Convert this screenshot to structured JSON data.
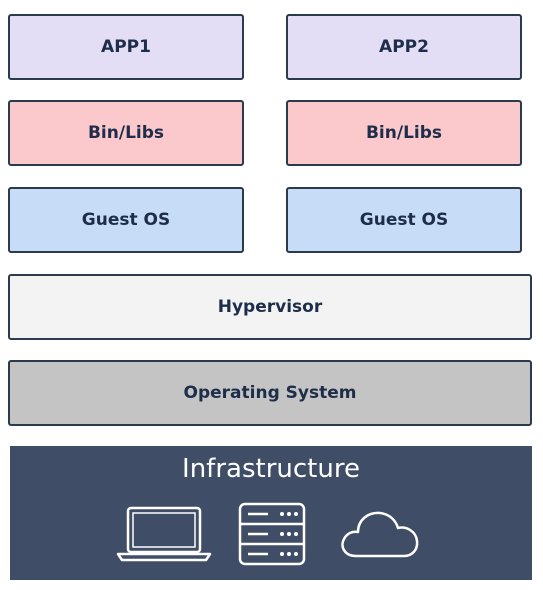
{
  "columns": [
    {
      "app": "APP1",
      "libs": "Bin/Libs",
      "guest_os": "Guest OS"
    },
    {
      "app": "APP2",
      "libs": "Bin/Libs",
      "guest_os": "Guest OS"
    }
  ],
  "hypervisor": "Hypervisor",
  "operating_system": "Operating System",
  "infrastructure": {
    "title": "Infrastructure",
    "icons": [
      "laptop-icon",
      "server-icon",
      "cloud-icon"
    ]
  },
  "colors": {
    "app": "#e3def6",
    "libs": "#fbc8cc",
    "guest_os": "#c7ddf7",
    "hypervisor": "#f3f3f3",
    "operating_system": "#c4c4c4",
    "infrastructure": "#3f4e66",
    "border": "#2b3a4c",
    "text": "#1e2e4a"
  }
}
